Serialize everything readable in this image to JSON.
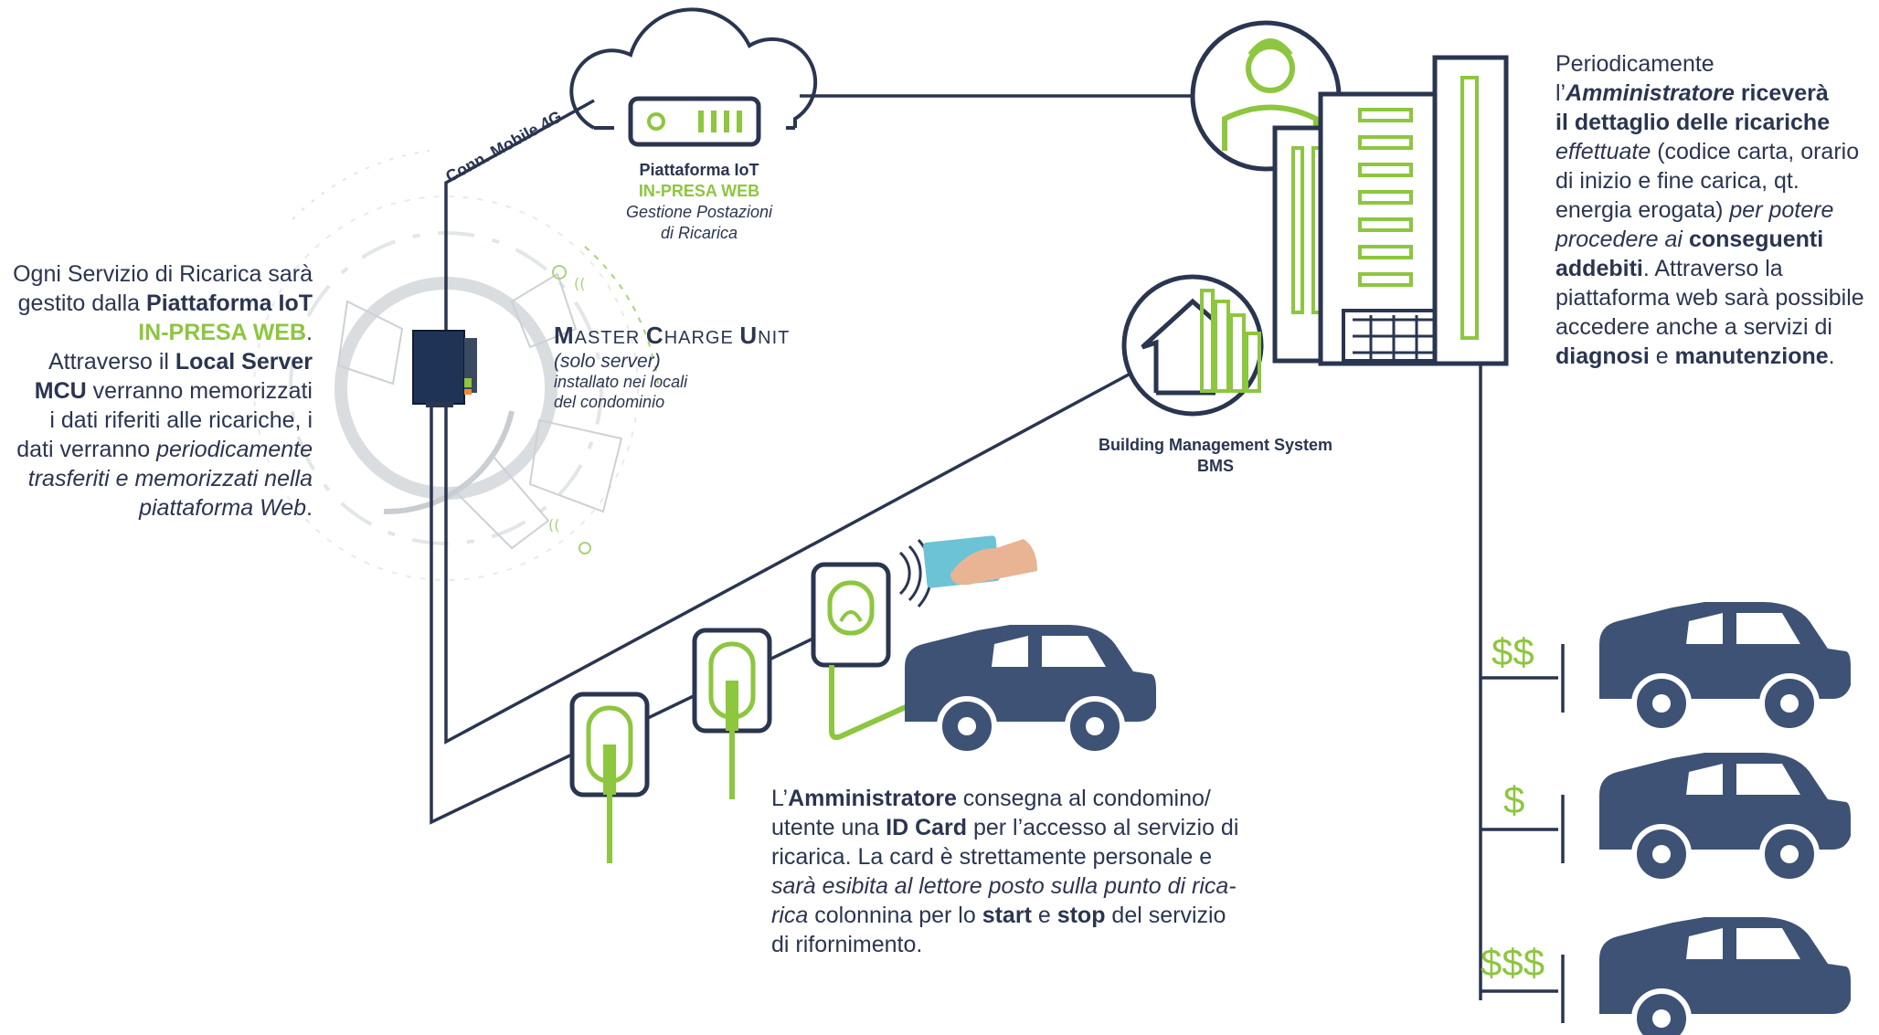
{
  "colors": {
    "navy": "#2a3550",
    "green": "#8dc63f",
    "car": "#3d5275",
    "grey": "#c9cdd1"
  },
  "conn_label": "Conn. Mobile 4G",
  "iot": {
    "title": "Piattaforma IoT",
    "brand": "IN-PRESA WEB",
    "sub1": "Gestione Postazioni",
    "sub2": "di Ricarica"
  },
  "mcu": {
    "m": "M",
    "aster": "ASTER ",
    "c": "C",
    "harge": "HARGE ",
    "u": "U",
    "nit": "NIT",
    "line1": "(solo server)",
    "line2": "installato nei locali",
    "line3": "del condominio"
  },
  "bms": {
    "line1": "Building Management System",
    "line2": "BMS"
  },
  "left_text": {
    "p1": "Ogni Servizio di Ricarica sarà",
    "p2": "gestito dalla ",
    "p2b": "Piattaforma IoT",
    "p3": "IN-PRESA WEB",
    "p3dot": ".",
    "p4": "Attraverso il ",
    "p4b": "Local Server",
    "p5b": "MCU",
    "p5": " verranno memorizzati",
    "p6": "i dati riferiti alle ricariche, i",
    "p7": "dati verranno ",
    "p7i": "periodicamente",
    "p8i": "trasferiti e memorizzati nella",
    "p9i": "piattaforma Web",
    "p9": "."
  },
  "right_text": {
    "l1": "Periodicamente",
    "l2a": "l’",
    "l2i": "Amministratore",
    "l2b": " riceverà",
    "l3b": "il dettaglio delle ricariche",
    "l4i": "effettuate",
    "l4": " (codice carta, orario",
    "l5": "di inizio e fine carica, qt.",
    "l6": "energia erogata) ",
    "l6i": "per potere",
    "l7i": "procedere ai ",
    "l7b": "conseguenti",
    "l8b": "addebiti",
    "l8": ". Attraverso la",
    "l9": "piattaforma web sarà possibile",
    "l10": "accedere anche a servizi di",
    "l11b": "diagnosi",
    "l11": " e ",
    "l11b2": "manutenzione",
    "l11e": "."
  },
  "bottom_text": {
    "l1a": "L’",
    "l1b": "Amministratore",
    "l1": " consegna al condomino/",
    "l2": "utente una ",
    "l2b": "ID Card",
    "l2e": " per l’accesso al servizio di",
    "l3": "ricarica. La card è strettamente personale e",
    "l4i": "sarà esibita al lettore posto sulla punto di rica-",
    "l5i": "rica",
    "l5": " colonnina per lo ",
    "l5b": "start",
    "l5e": " e ",
    "l5b2": "stop",
    "l5f": " del servizio",
    "l6": "di rifornimento."
  },
  "billing": [
    {
      "amount": "$$",
      "icon": "car-icon"
    },
    {
      "amount": "$",
      "icon": "car-icon"
    },
    {
      "amount": "$$$",
      "icon": "car-icon"
    }
  ]
}
